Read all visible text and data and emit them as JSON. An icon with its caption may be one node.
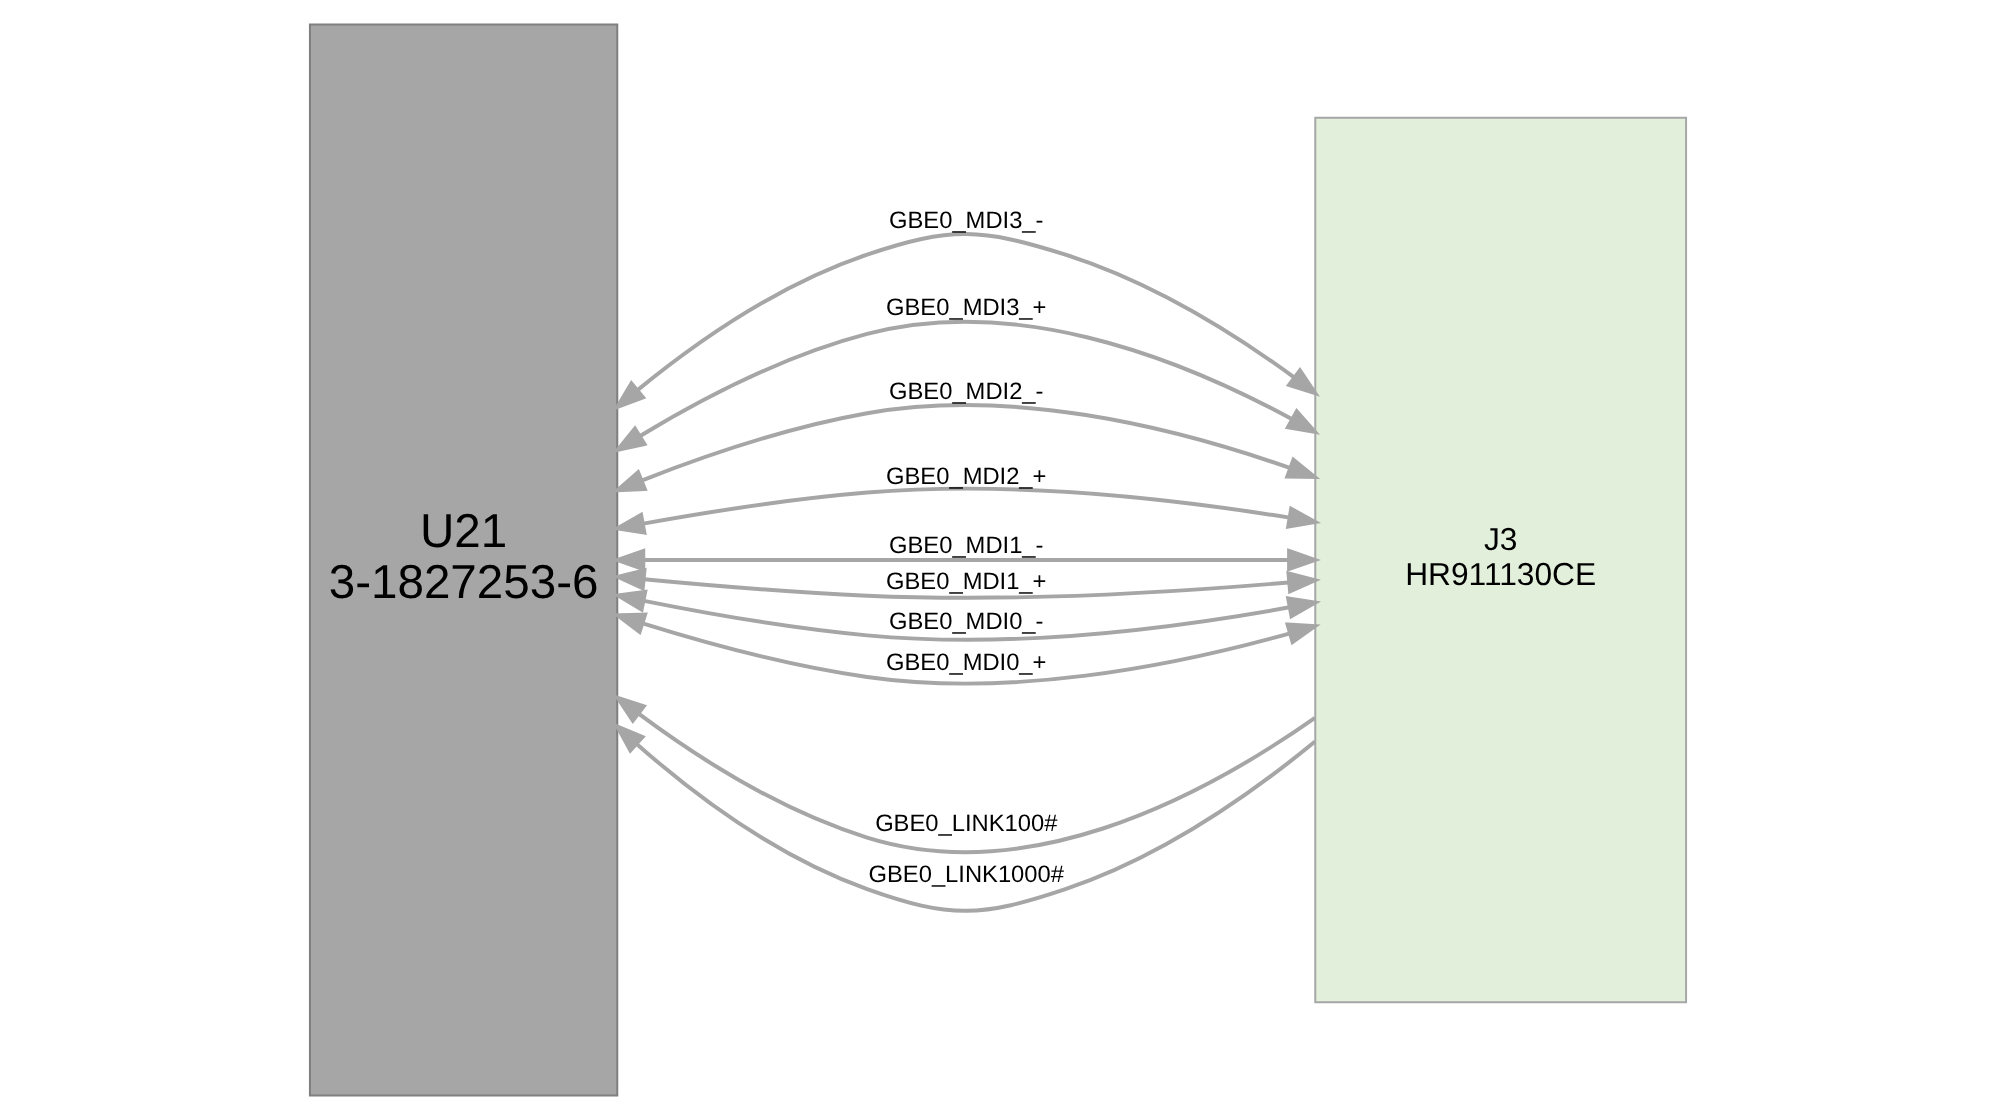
{
  "diagram": {
    "nodes": [
      {
        "text": [
          "U21",
          "3-1827253-6"
        ]
      },
      {
        "text": [
          "J3",
          "HR911130CE"
        ]
      }
    ],
    "edges": [
      {
        "from": 1,
        "to": 0,
        "arrow": "to",
        "label": "GBE0_LINK100#"
      },
      {
        "from": 1,
        "to": 0,
        "arrow": "to",
        "label": "GBE0_LINK1000#"
      },
      {
        "from": 0,
        "to": 1,
        "arrow": "both",
        "label": "GBE0_MDI3_-"
      },
      {
        "from": 0,
        "to": 1,
        "arrow": "both",
        "label": "GBE0_MDI3_+"
      },
      {
        "from": 0,
        "to": 1,
        "arrow": "both",
        "label": "GBE0_MDI2_-"
      },
      {
        "from": 0,
        "to": 1,
        "arrow": "both",
        "label": "GBE0_MDI2_+"
      },
      {
        "from": 0,
        "to": 1,
        "arrow": "both",
        "label": "GBE0_MDI1_-"
      },
      {
        "from": 0,
        "to": 1,
        "arrow": "both",
        "label": "GBE0_MDI1_+"
      },
      {
        "from": 0,
        "to": 1,
        "arrow": "both",
        "label": "GBE0_MDI0_-"
      },
      {
        "from": 0,
        "to": 1,
        "arrow": "both",
        "label": "GBE0_MDI0_+"
      }
    ]
  }
}
